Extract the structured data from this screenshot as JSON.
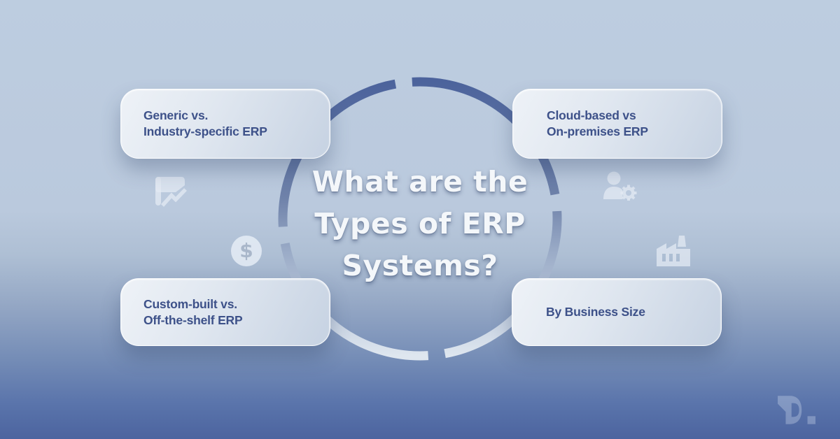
{
  "meta": {
    "description": "Infographic banner about ERP system types"
  },
  "center": {
    "title_lines": [
      "What are the",
      "Types of ERP",
      "Systems?"
    ]
  },
  "cards": [
    {
      "id": "generic-vs-industry",
      "position": "top-left",
      "line1": "Generic vs.",
      "line2": "Industry-specific ERP"
    },
    {
      "id": "cloud-vs-onpremises",
      "position": "top-right",
      "line1": "Cloud-based vs",
      "line2": "On-premises ERP"
    },
    {
      "id": "custom-vs-offshelf",
      "position": "bottom-left",
      "line1": "Custom-built vs.",
      "line2": "Off-the-shelf ERP"
    },
    {
      "id": "by-business-size",
      "position": "bottom-right",
      "line1": "By Business Size",
      "line2": ""
    }
  ],
  "icons": [
    {
      "name": "flipchart-trend-icon",
      "meaning": "presentation board with trend line"
    },
    {
      "name": "dollar-coin-icon",
      "meaning": "cost / money"
    },
    {
      "name": "user-gear-icon",
      "meaning": "user with settings gear"
    },
    {
      "name": "factory-icon",
      "meaning": "industry / business"
    }
  ],
  "dollar_symbol": "$",
  "logo": {
    "text": "D."
  },
  "colors": {
    "background_top": "#bdcde0",
    "background_bottom": "#4c649f",
    "ring_top": "#4c639c",
    "ring_bottom": "#dee6ef",
    "card_text": "#3d5189",
    "title_text": "#f4f7fa",
    "icon_fill": "#e3eaf3"
  }
}
